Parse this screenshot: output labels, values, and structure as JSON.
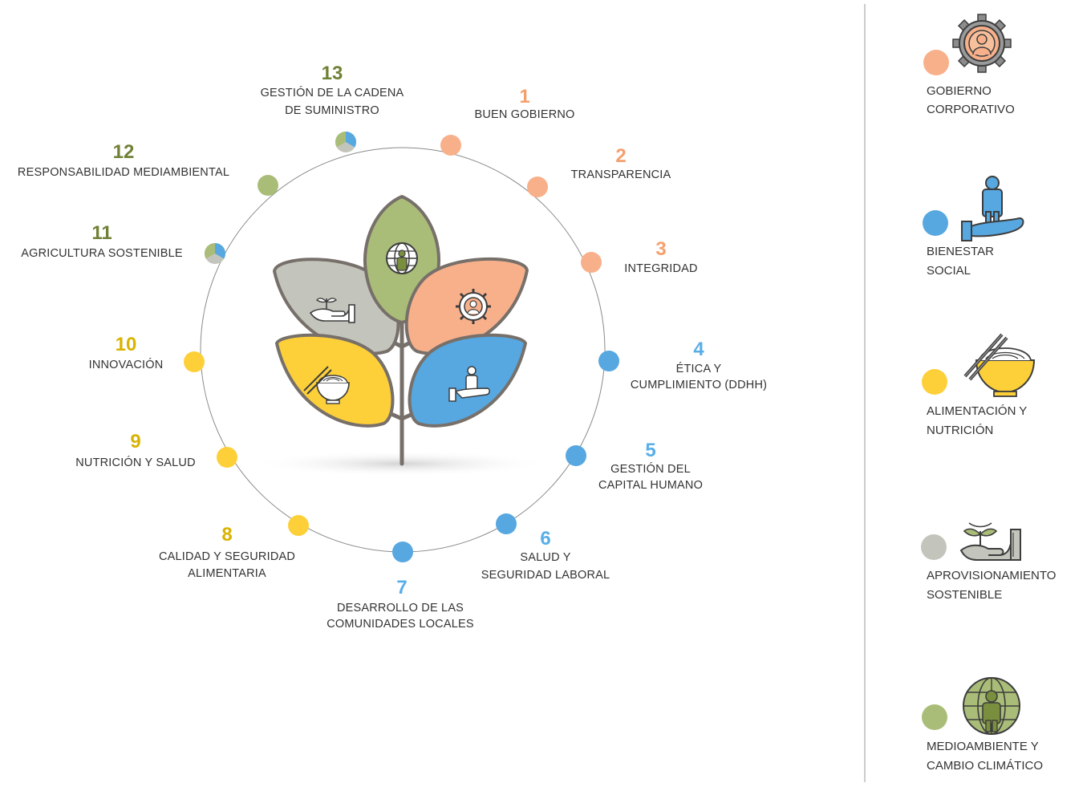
{
  "colors": {
    "governance": "#f8b08a",
    "social": "#57a7e0",
    "food": "#fdd03a",
    "sourcing": "#c3c5bc",
    "environment": "#aabd78",
    "number_governance": "#f4a06e",
    "number_social": "#58aee8",
    "number_food": "#d9b300",
    "number_environment": "#6f8135",
    "outline": "#77706a",
    "ring": "#8a8a8a"
  },
  "topics": [
    {
      "number": "1",
      "line1": "BUEN GOBIERNO",
      "line2": "",
      "category": "governance"
    },
    {
      "number": "2",
      "line1": "TRANSPARENCIA",
      "line2": "",
      "category": "governance"
    },
    {
      "number": "3",
      "line1": "INTEGRIDAD",
      "line2": "",
      "category": "governance"
    },
    {
      "number": "4",
      "line1": "ÉTICA Y",
      "line2": "CUMPLIMIENTO (DDHH)",
      "category": "social"
    },
    {
      "number": "5",
      "line1": "GESTIÓN DEL",
      "line2": "CAPITAL HUMANO",
      "category": "social"
    },
    {
      "number": "6",
      "line1": "SALUD Y",
      "line2": "SEGURIDAD LABORAL",
      "category": "social"
    },
    {
      "number": "7",
      "line1": "DESARROLLO DE LAS",
      "line2": "COMUNIDADES LOCALES",
      "category": "social"
    },
    {
      "number": "8",
      "line1": "CALIDAD Y SEGURIDAD",
      "line2": "ALIMENTARIA",
      "category": "food"
    },
    {
      "number": "9",
      "line1": "NUTRICIÓN Y SALUD",
      "line2": "",
      "category": "food"
    },
    {
      "number": "10",
      "line1": "INNOVACIÓN",
      "line2": "",
      "category": "food"
    },
    {
      "number": "11",
      "line1": "AGRICULTURA SOSTENIBLE",
      "line2": "",
      "category": "environment"
    },
    {
      "number": "12",
      "line1": "RESPONSABILIDAD MEDIAMBIENTAL",
      "line2": "",
      "category": "environment"
    },
    {
      "number": "13",
      "line1": "GESTIÓN DE LA CADENA",
      "line2": "DE SUMINISTRO",
      "category": "environment"
    }
  ],
  "legend": [
    {
      "line1": "GOBIERNO",
      "line2": "CORPORATIVO",
      "icon": "governance-gear-person-icon",
      "category": "governance"
    },
    {
      "line1": "BIENESTAR",
      "line2": "SOCIAL",
      "icon": "hand-holding-person-icon",
      "category": "social"
    },
    {
      "line1": "ALIMENTACIÓN Y",
      "line2": "NUTRICIÓN",
      "icon": "noodle-bowl-chopsticks-icon",
      "category": "food"
    },
    {
      "line1": "APROVISIONAMIENTO",
      "line2": "SOSTENIBLE",
      "icon": "hand-holding-sprout-icon",
      "category": "sourcing"
    },
    {
      "line1": "MEDIOAMBIENTE Y",
      "line2": "CAMBIO CLIMÁTICO",
      "icon": "globe-person-icon",
      "category": "environment"
    }
  ]
}
